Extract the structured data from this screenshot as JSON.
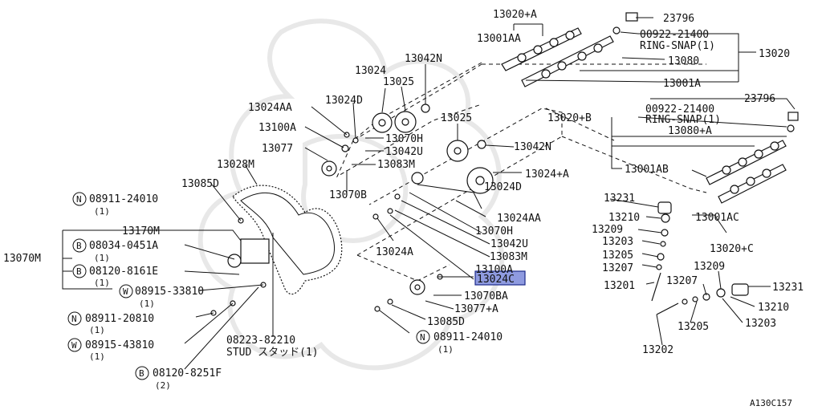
{
  "labels": {
    "p13020a": "13020+A",
    "p23796a": "23796",
    "p00922a": "00922-21400",
    "ringSnapA": "RING-SNAP(1)",
    "p13001aa": "13001AA",
    "p13080": "13080",
    "p13020": "13020",
    "p13001a": "13001A",
    "p13024_top": "13024",
    "p13042n_top": "13042N",
    "p13025_top": "13025",
    "p23796b": "23796",
    "p13024aa_l": "13024AA",
    "p13024d_l": "13024D",
    "p00922b": "00922-21400",
    "ringSnapB": "RING-SNAP(1)",
    "p13020b": "13020+B",
    "p13025_mid": "13025",
    "p13080a": "13080+A",
    "p13100a_l": "13100A",
    "p13070h_l": "13070H",
    "p13042u_l": "13042U",
    "p13042n_mid": "13042N",
    "p13077": "13077",
    "p13083m_l": "13083M",
    "p13028m": "13028M",
    "p13024a_plus": "13024+A",
    "p13001ab": "13001AB",
    "p13070b": "13070B",
    "p13085d_l": "13085D",
    "p13024d_r": "13024D",
    "p13231_a": "13231",
    "n1": "N",
    "p08911_24010_l": "08911-24010",
    "q1a": "(1)",
    "p13024aa_r": "13024AA",
    "p13210_a": "13210",
    "p13001ac": "13001AC",
    "p13209_a": "13209",
    "p13070h_r": "13070H",
    "p13170m": "13170M",
    "p13203_a": "13203",
    "p13042u_r": "13042U",
    "p13020c": "13020+C",
    "b1": "B",
    "p08034": "08034-0451A",
    "p13024a": "13024A",
    "p13205_a": "13205",
    "p13083m_r": "13083M",
    "q1b": "(1)",
    "p13209_b": "13209",
    "p13070m": "13070M",
    "p13207_a": "13207",
    "p13100a_r": "13100A",
    "b2": "B",
    "p08120_8161e": "08120-8161E",
    "p13024c": "13024C",
    "p13201": "13201",
    "p13207_b": "13207",
    "q1c": "(1)",
    "p13231_b": "13231",
    "w1": "W",
    "p08915_33810": "08915-33810",
    "p13070ba": "13070BA",
    "q1d": "(1)",
    "p13077a": "13077+A",
    "p13210_b": "13210",
    "n2": "N",
    "p08911_20810": "08911-20810",
    "p13085d_r": "13085D",
    "p13203_b": "13203",
    "q1e": "(1)",
    "p13205_b": "13205",
    "n3": "N",
    "p08911_24010_r": "08911-24010",
    "w2": "W",
    "p08915_43810": "08915-43810",
    "p08223": "08223-82210",
    "q1f": "(1)",
    "studText": "STUD スタッド(1)",
    "q1g": "(1)",
    "p13202": "13202",
    "b3": "B",
    "p08120_8251f": "08120-8251F",
    "q2": "(2)",
    "figureId": "A130C157"
  },
  "colors": {
    "line": "#111111",
    "highlight": "#8f9be0",
    "highlightBorder": "#1b2a8a",
    "background": "#ffffff"
  }
}
